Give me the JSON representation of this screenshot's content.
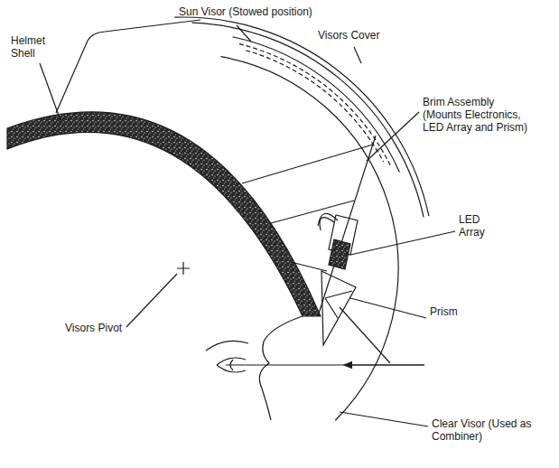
{
  "diagram": {
    "labels": [
      "Helmet Shell",
      "Sun Visor (Stowed position)",
      "Visors Cover",
      "Brim Assembly (Mounts Electronics, LED Array and Prism)",
      "LED Array",
      "Prism",
      "Visors Pivot",
      "Clear Visor (Used as Combiner)"
    ]
  }
}
